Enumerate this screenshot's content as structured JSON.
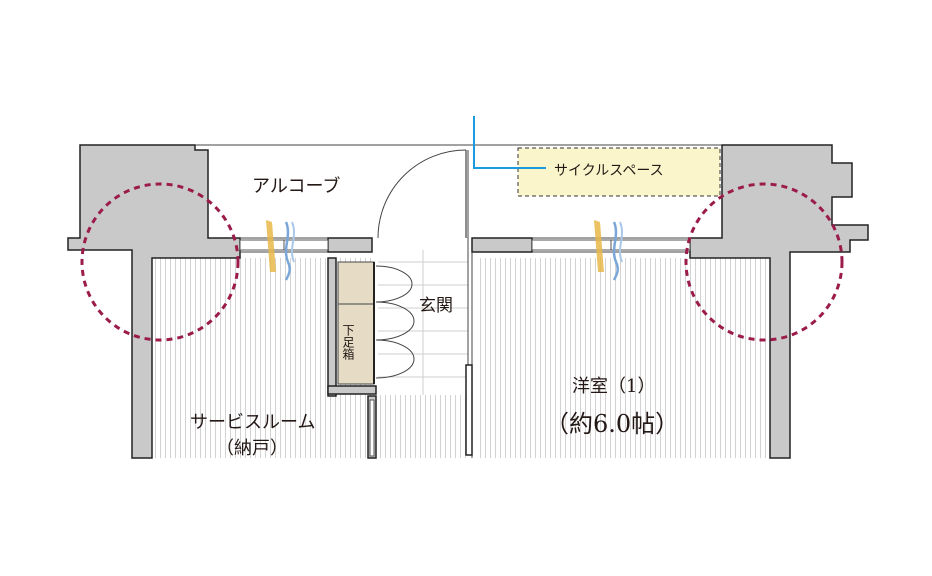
{
  "rooms": {
    "alcove": "アルコーブ",
    "cycle_space": "サイクルスペース",
    "entrance": "玄関",
    "shoe_box": "下足箱",
    "service_room": "サービスルーム",
    "service_room_sub": "（納戸）",
    "western_room": "洋室（1）",
    "western_room_size": "（約6.0帖）"
  },
  "colors": {
    "wall_fill": "#c9c9c9",
    "wall_stroke": "#222222",
    "cycle_fill": "#fbf5cc",
    "shoe_box_fill": "#e6dcc6",
    "callout_line": "#1a9be0",
    "highlight_circle": "#9b1b4a",
    "air_warm": "#e8b84a",
    "air_cool": "#7aa7d8"
  },
  "icons": {
    "airflow": "airflow-arrow-icon",
    "highlight": "dashed-circle-highlight"
  }
}
